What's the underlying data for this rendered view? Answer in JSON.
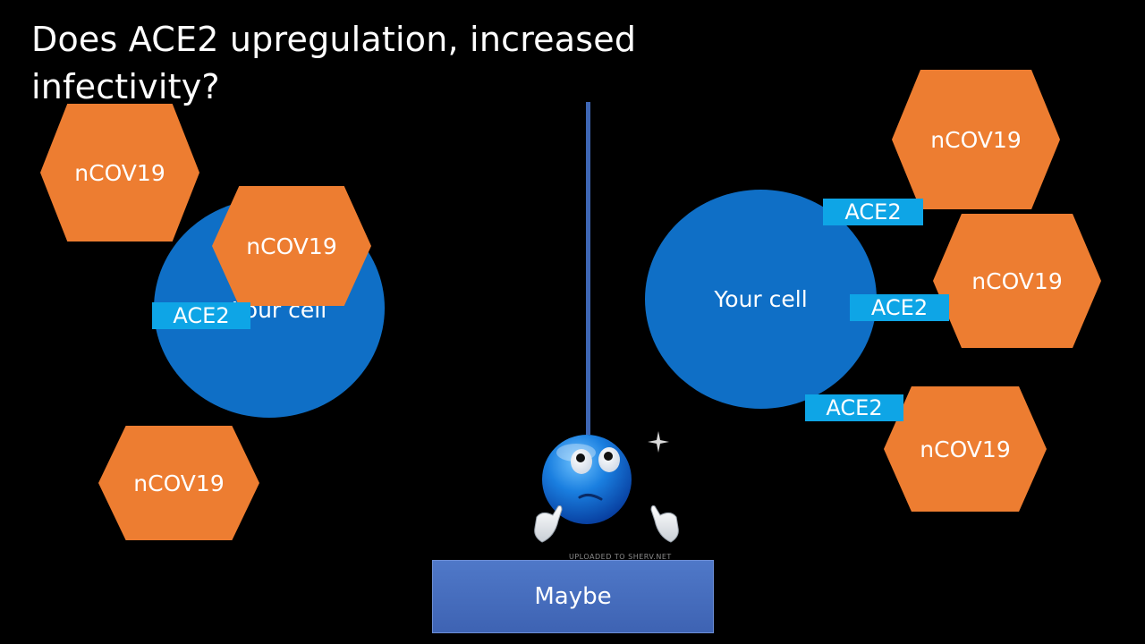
{
  "slide": {
    "title": "Does ACE2 upregulation, increased infectivity?",
    "left": {
      "cell_label": "Your cell",
      "ace2_label": "ACE2",
      "virus_labels": [
        "nCOV19",
        "nCOV19",
        "nCOV19"
      ]
    },
    "right": {
      "cell_label": "Your cell",
      "ace2_labels": [
        "ACE2",
        "ACE2",
        "ACE2"
      ],
      "virus_labels": [
        "nCOV19",
        "nCOV19",
        "nCOV19"
      ]
    },
    "center": {
      "answer_label": "Maybe",
      "emoji_caption": "UPLOADED TO SHERV.NET"
    },
    "colors": {
      "background": "#000000",
      "cell_blue": "#0f6fc6",
      "virus_orange": "#ed7d31",
      "ace2_cyan": "#0ea5e6",
      "answer_blue": "#4472c4"
    },
    "icons": [
      "confused-emoji-icon"
    ]
  }
}
